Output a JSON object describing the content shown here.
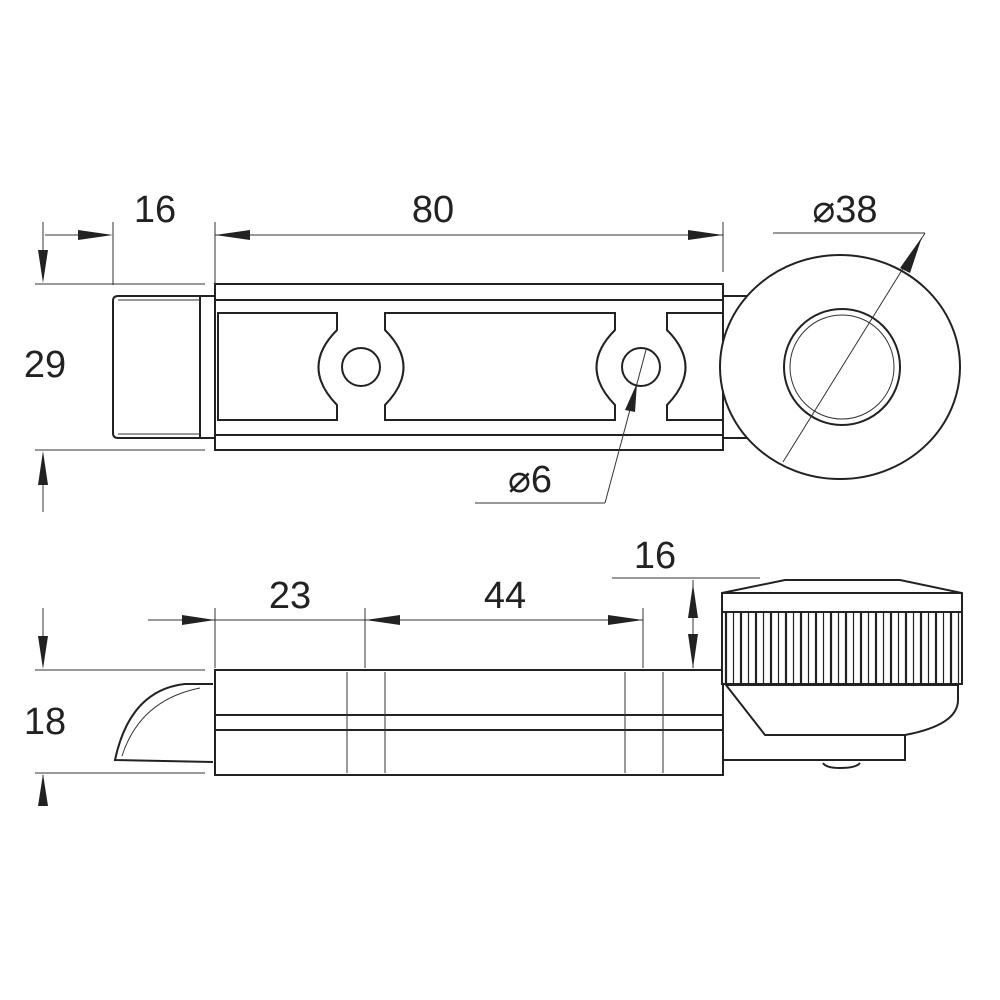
{
  "top_view": {
    "dim_plug_length": "16",
    "dim_body_length": "80",
    "dim_wheel_diameter": "⌀38",
    "dim_height": "29",
    "dim_hole_diameter": "⌀6"
  },
  "side_view": {
    "dim_wheel_height": "16",
    "dim_offset": "23",
    "dim_hole_spacing": "44",
    "dim_body_height": "18"
  },
  "colors": {
    "line": "#222222",
    "background": "#ffffff"
  }
}
